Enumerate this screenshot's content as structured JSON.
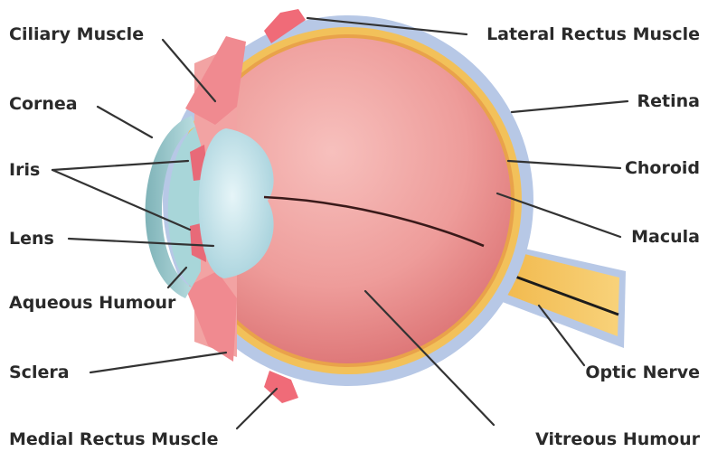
{
  "labels": {
    "ciliary_muscle": "Ciliary Muscle",
    "cornea": "Cornea",
    "iris": "Iris",
    "lens": "Lens",
    "aqueous_humour": "Aqueous Humour",
    "sclera": "Sclera",
    "medial_rectus_muscle": "Medial Rectus Muscle",
    "lateral_rectus_muscle": "Lateral Rectus Muscle",
    "retina": "Retina",
    "choroid": "Choroid",
    "macula": "Macula",
    "optic_nerve": "Optic Nerve",
    "vitreous_humour": "Vitreous Humour"
  },
  "colors": {
    "sclera": "#b7c8e6",
    "choroid": "#f2c15a",
    "vitreous": "#e78a8a",
    "vitreous_light": "#f6b3b0",
    "muscle": "#f06b78",
    "cornea": "#9ecdd1",
    "lens": "#c6e6ee",
    "optic_nerve": "#f4c35b"
  }
}
